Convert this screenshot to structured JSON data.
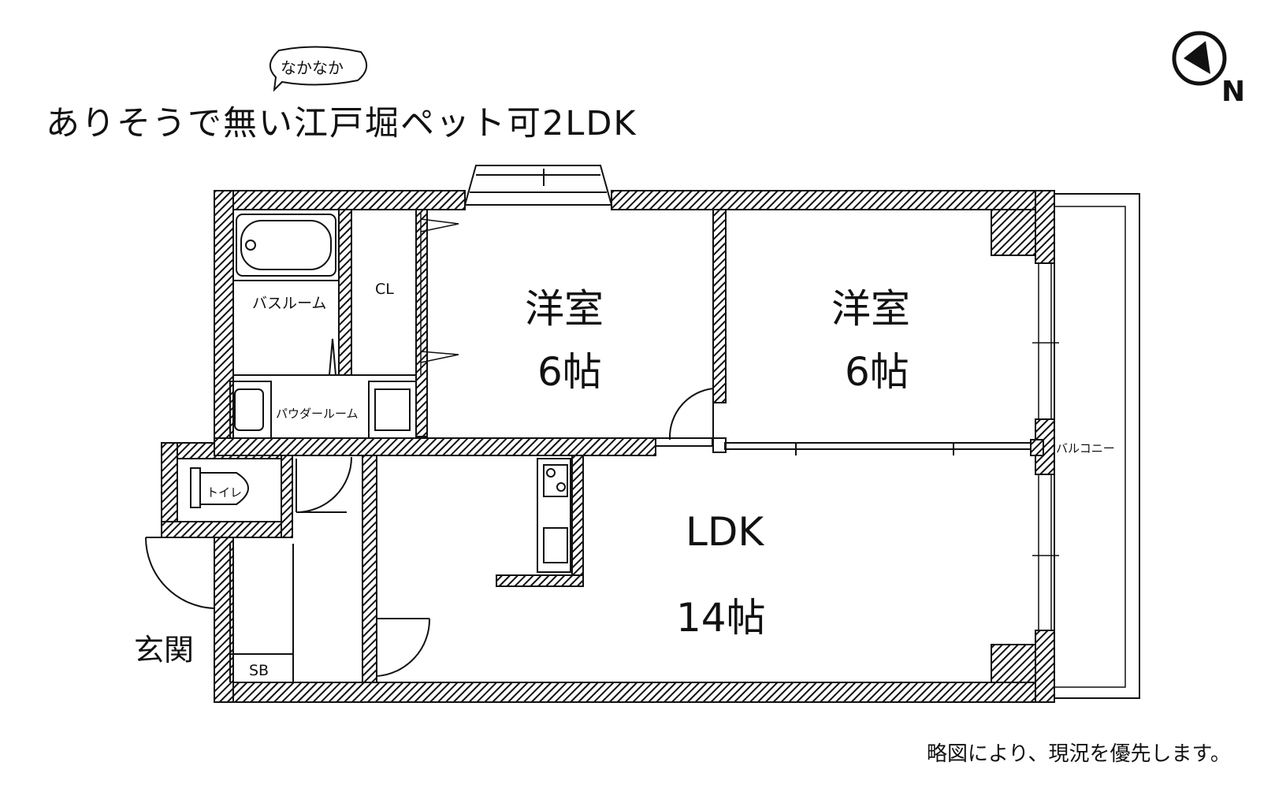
{
  "title": "ありそうで無い江戸堀ペット可2LDK",
  "bubble_text": "なかなか",
  "compass_label": "N",
  "rooms": {
    "western1_name": "洋室",
    "western1_size": "6帖",
    "western2_name": "洋室",
    "western2_size": "6帖",
    "ldk_name": "LDK",
    "ldk_size": "14帖",
    "bath": "バスルーム",
    "closet": "CL",
    "powder": "パウダールーム",
    "toilet": "トイレ",
    "entrance": "玄関",
    "shoebox": "SB",
    "balcony": "バルコニー"
  },
  "note": "略図により、現況を優先します。"
}
